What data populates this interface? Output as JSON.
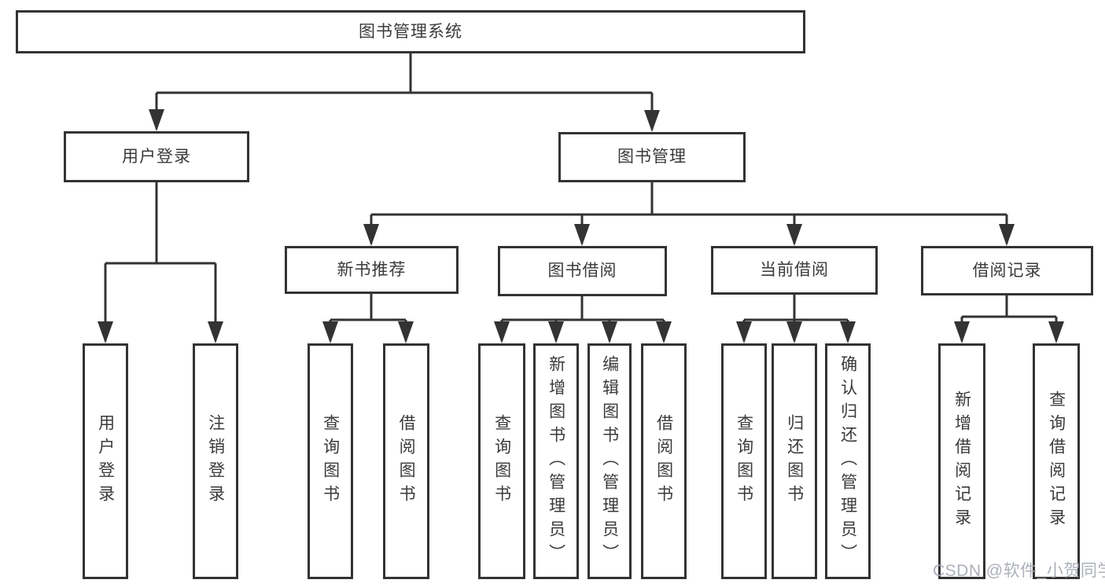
{
  "diagram_title": "图书管理系统",
  "nodes": {
    "root": "图书管理系统",
    "user-login-branch": "用户登录",
    "book-management-branch": "图书管理",
    "new-book-recommend": "新书推荐",
    "book-borrow": "图书借阅",
    "current-borrow": "当前借阅",
    "borrow-records": "借阅记录",
    "leaf-user-login": "用户登录",
    "leaf-logout": "注销登录",
    "leaf-query-books-a": "查询图书",
    "leaf-borrow-books-a": "借阅图书",
    "leaf-query-books-b": "查询图书",
    "leaf-add-book-admin": "新增图书（管理员）",
    "leaf-edit-book-admin": "编辑图书（管理员）",
    "leaf-borrow-books-b": "借阅图书",
    "leaf-query-books-c": "查询图书",
    "leaf-return-book": "归还图书",
    "leaf-confirm-return-admin": "确认归还（管理员）",
    "leaf-add-borrow-record": "新增借阅记录",
    "leaf-query-borrow-record": "查询借阅记录"
  },
  "hierarchy": {
    "图书管理系统": {
      "用户登录": [
        "用户登录",
        "注销登录"
      ],
      "图书管理": {
        "新书推荐": [
          "查询图书",
          "借阅图书"
        ],
        "图书借阅": [
          "查询图书",
          "新增图书（管理员）",
          "编辑图书（管理员）",
          "借阅图书"
        ],
        "当前借阅": [
          "查询图书",
          "归还图书",
          "确认归还（管理员）"
        ],
        "借阅记录": [
          "新增借阅记录",
          "查询借阅记录"
        ]
      }
    }
  },
  "watermark": "CSDN @软件_小贺同学",
  "colors": {
    "line": "#333333",
    "text": "#3a3a3a",
    "box_fill": "#ffffff",
    "background": "#ffffff",
    "watermark": "#a8acb5"
  }
}
